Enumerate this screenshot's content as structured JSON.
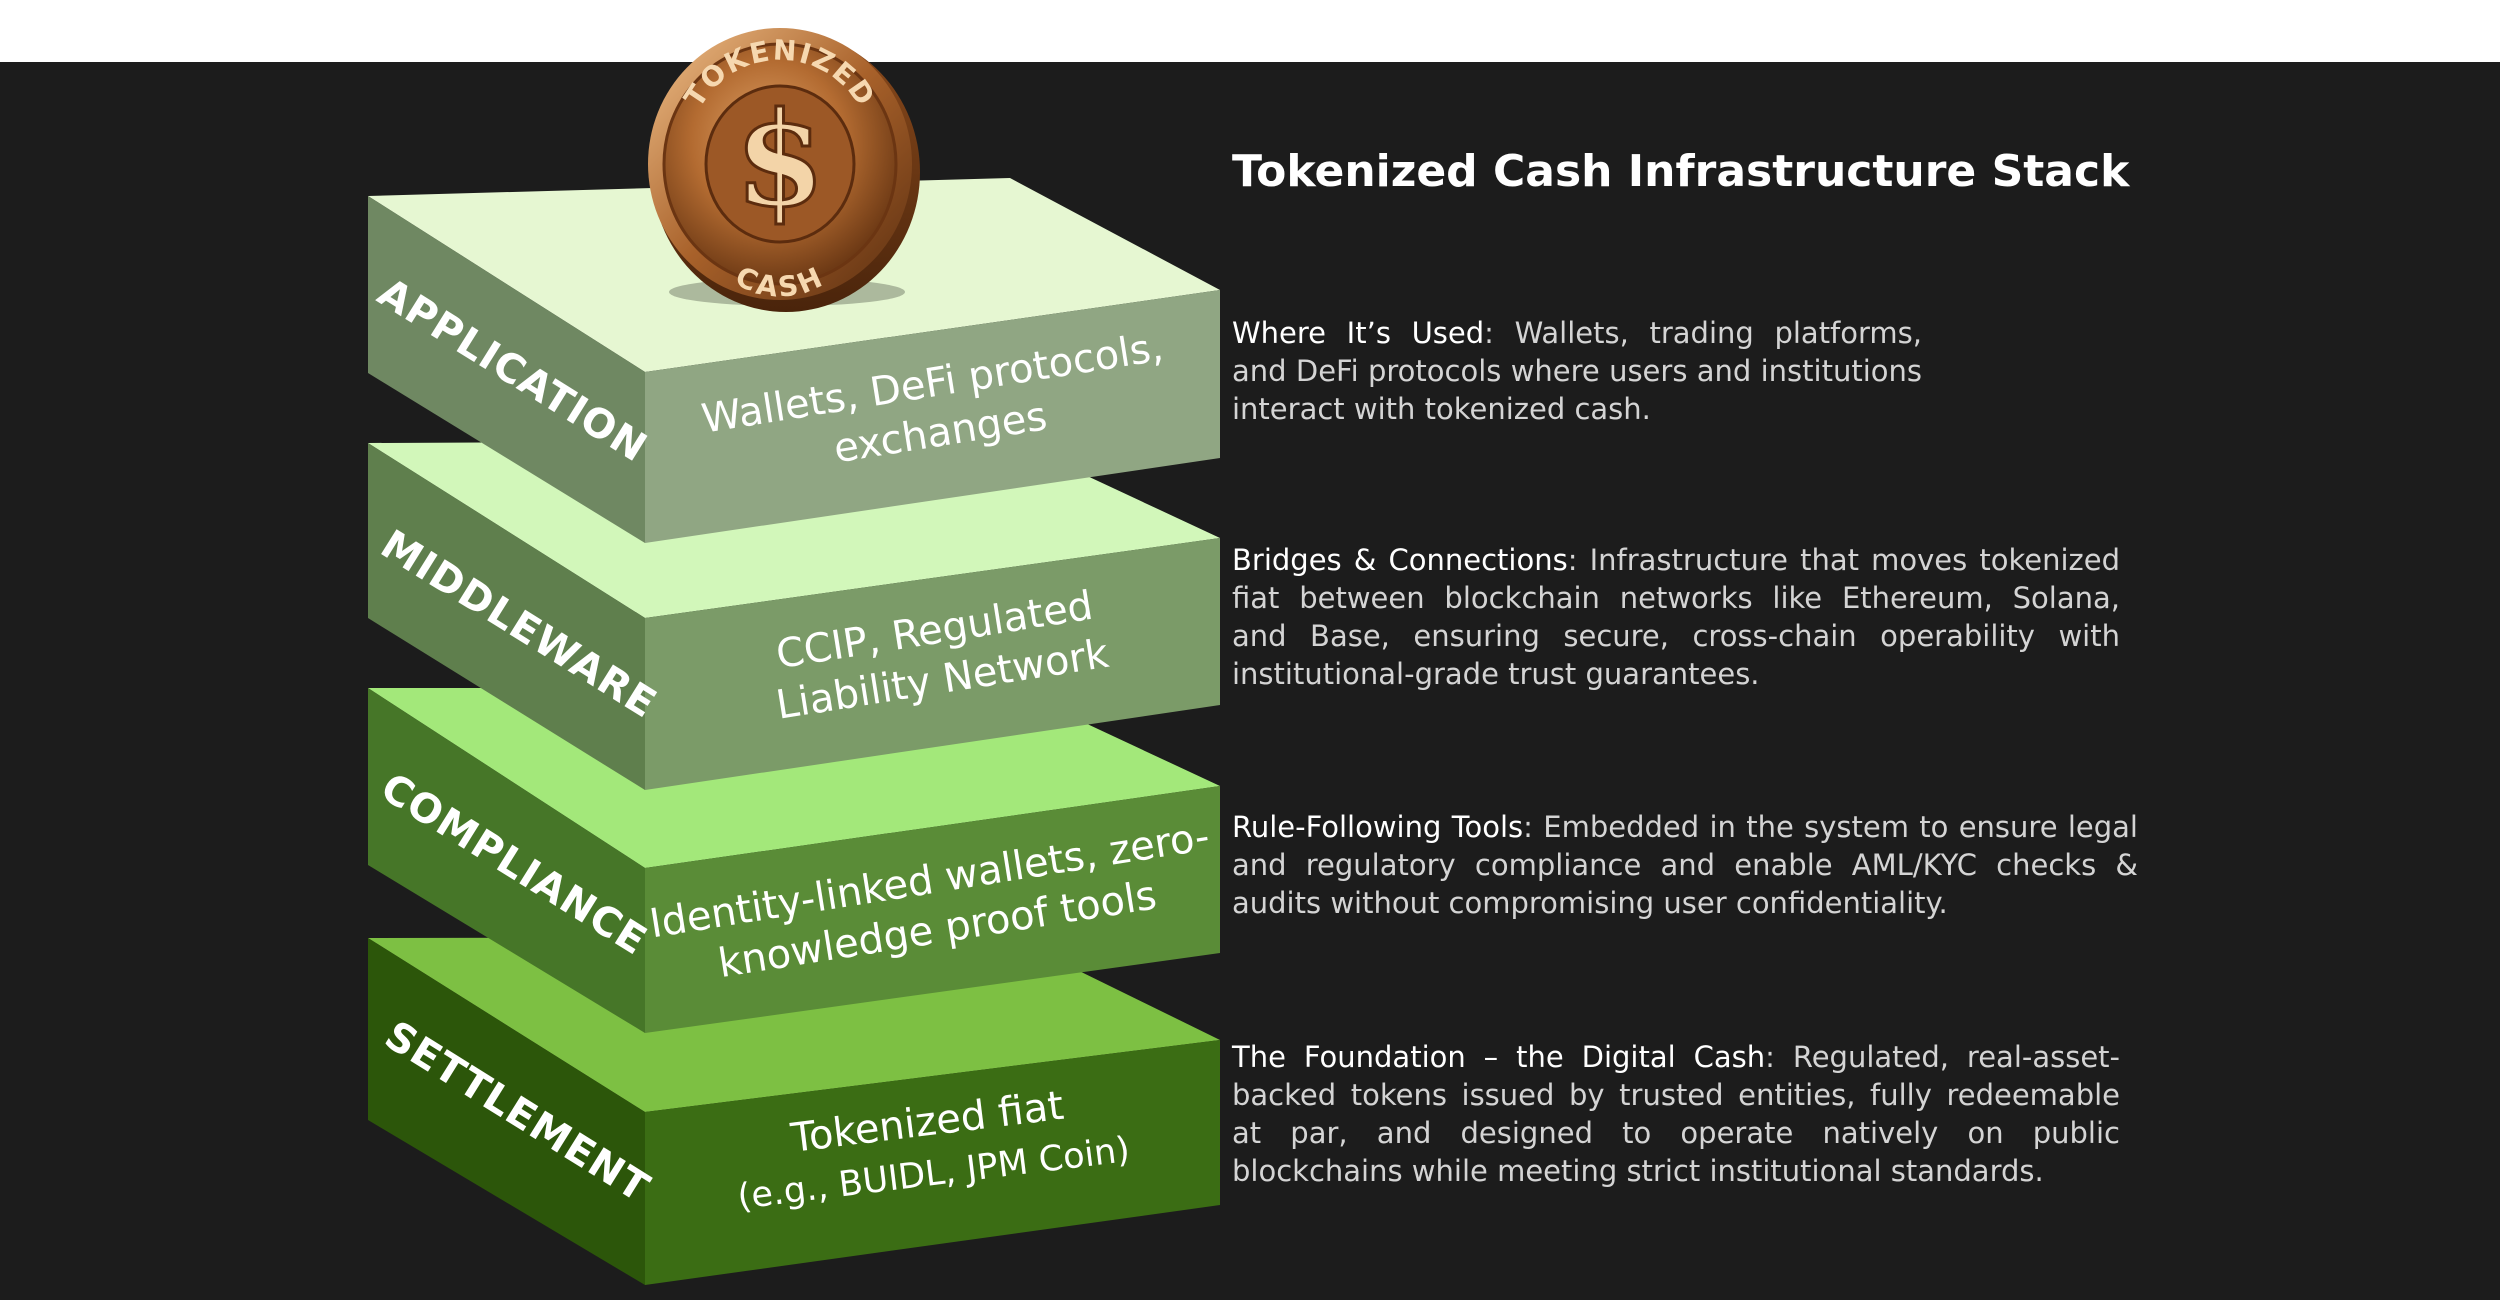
{
  "title": "Tokenized Cash Infrastructure Stack",
  "coin": {
    "top_text": "TOKENIZED",
    "symbol": "$",
    "bottom_text": "CASH"
  },
  "layers": [
    {
      "side_label": "APPLICATION",
      "front_lines": [
        "Wallets, DeFi protocols,",
        "exchanges"
      ],
      "description": {
        "heading": "Where It’s Used",
        "body": ": Wallets, trading platforms, and DeFi protocols where users and institutions interact with tokenized cash."
      },
      "colors": {
        "top": "#e6f7d2",
        "front": "#90a683",
        "side": "#6f8862"
      }
    },
    {
      "side_label": "MIDDLEWARE",
      "front_lines": [
        "CCIP, Regulated",
        "Liability Network"
      ],
      "description": {
        "heading": "Bridges & Connections",
        "body": ": Infrastructure that moves tokenized fiat between blockchain networks like Ethereum, Solana, and Base, ensuring secure, cross-chain operability with institutional-grade trust guarantees."
      },
      "colors": {
        "top": "#d2f7ba",
        "front": "#7b9b68",
        "side": "#5f7f4d"
      }
    },
    {
      "side_label": "COMPLIANCE",
      "front_lines": [
        "Identity-linked wallets, zero-",
        "knowledge proof tools"
      ],
      "description": {
        "heading": "Rule-Following Tools",
        "body": ": Embedded in the system to ensure legal and regulatory compliance and enable AML/KYC checks & audits without compromising user confidentiality."
      },
      "colors": {
        "top": "#a3e87a",
        "front": "#5a8c37",
        "side": "#467628"
      }
    },
    {
      "side_label": "SETTLEMENT",
      "front_lines": [
        "Tokenized fiat",
        "(e.g., BUIDL, JPM Coin)"
      ],
      "description": {
        "heading": "The Foundation – the Digital Cash",
        "body": ": Regulated, real-asset-backed tokens issued by trusted entities, fully redeemable at par, and designed to operate natively on public blockchains while meeting strict institutional standards."
      },
      "colors": {
        "top": "#7dc043",
        "front": "#3b6d14",
        "side": "#2c560a"
      }
    }
  ]
}
